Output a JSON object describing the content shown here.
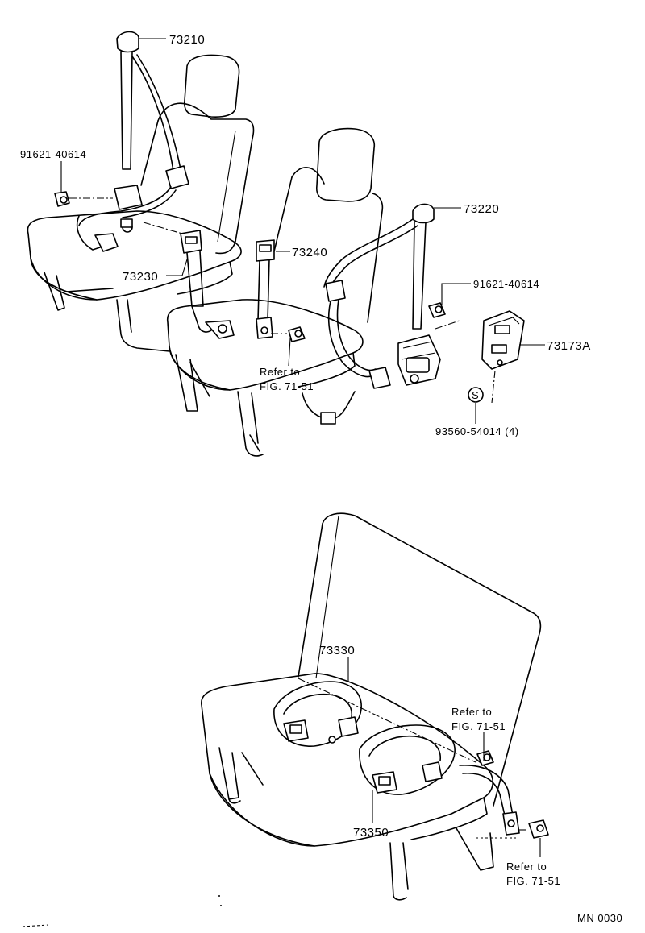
{
  "labels": {
    "p73210": "73210",
    "p91621_left": "91621-40614",
    "p73230": "73230",
    "p73240": "73240",
    "p73220": "73220",
    "p91621_right": "91621-40614",
    "p73173A": "73173A",
    "p93560": "93560-54014 (4)",
    "ref1_line1": "Refer to",
    "ref1_line2": "FIG. 71-51",
    "p73330": "73330",
    "ref2_line1": "Refer to",
    "ref2_line2": "FIG. 71-51",
    "p73350": "73350",
    "ref3_line1": "Refer to",
    "ref3_line2": "FIG. 71-51",
    "washer_symbol": "S",
    "drawing_code": "MN 0030"
  }
}
